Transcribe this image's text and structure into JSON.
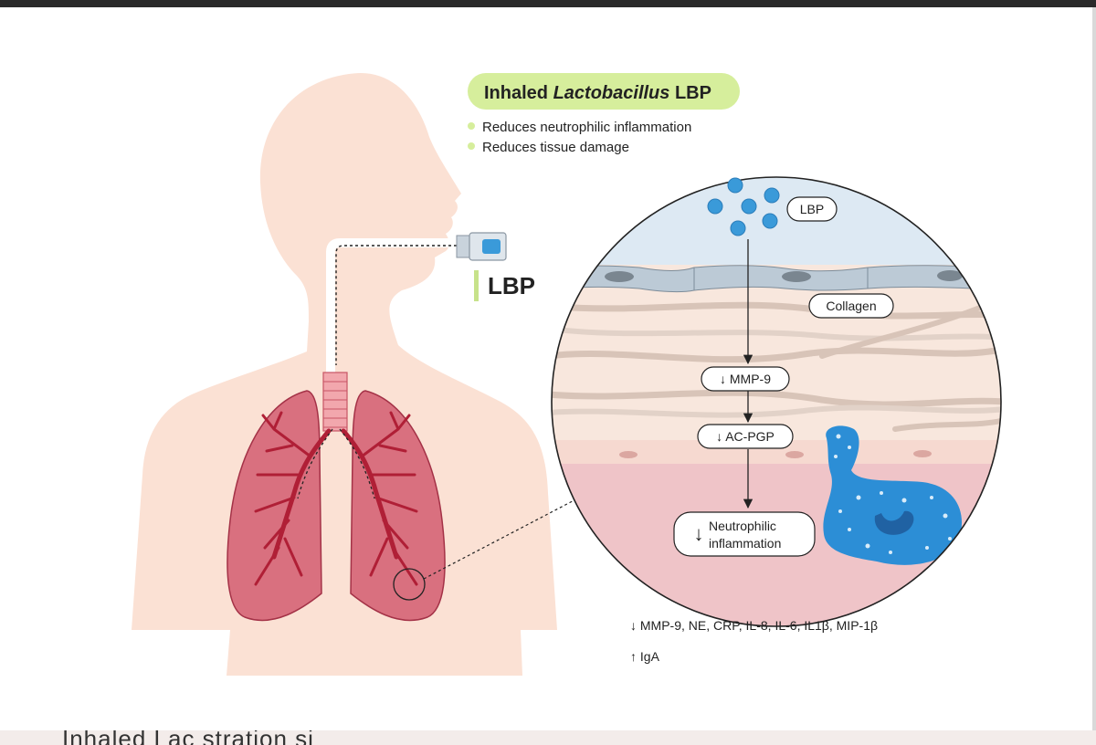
{
  "figure": {
    "header": {
      "prefix": "Inhaled ",
      "italic": "Lactobacillus",
      "suffix": " LBP"
    },
    "benefits": [
      "Reduces neutrophilic inflammation",
      "Reduces tissue damage"
    ],
    "inhaler_label": "LBP",
    "inset": {
      "lbp_label": "LBP",
      "collagen_label": "Collagen",
      "steps": [
        "↓ MMP-9",
        "↓ AC-PGP"
      ],
      "neutrophilic": {
        "arrow": "↓",
        "line1": "Neutrophilic",
        "line2": "inflammation"
      }
    },
    "markers": {
      "decreased": "↓ MMP-9, NE, CRP, IL-8, IL-6, IL1β, MIP-1β",
      "increased": "↑ IgA"
    }
  },
  "colors": {
    "accent_green": "#d6ee9c",
    "skin": "#fbe2d6",
    "lung": "#d76d7d",
    "vessel": "#b8273b",
    "lbp_blue": "#3a9ad9",
    "neutrophil": "#2c8ed6"
  },
  "background_text": "Inhaled Lac    stration si"
}
